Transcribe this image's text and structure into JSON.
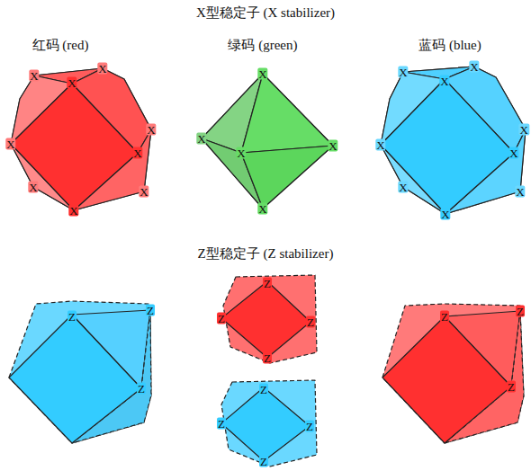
{
  "diagram": {
    "title": "X型稳定子 (X stabilizer)",
    "labels": [
      "红码 (red)",
      "绿码 (green)",
      "蓝码 (blue)",
      "X",
      "X",
      "X",
      "X",
      "X",
      "X",
      "X",
      "X",
      "X",
      "X",
      "X",
      "X",
      "X",
      "X",
      "X",
      "X",
      "X",
      "X",
      "X",
      "X",
      "X",
      "X",
      "X",
      "Z型稳定子 (Z stabilizer)",
      "Z",
      "Z",
      "Z",
      "Z",
      "Z",
      "Z",
      "Z",
      "Z",
      "Z",
      "Z",
      "Z",
      "Z",
      "Z",
      "Z"
    ]
  }
}
